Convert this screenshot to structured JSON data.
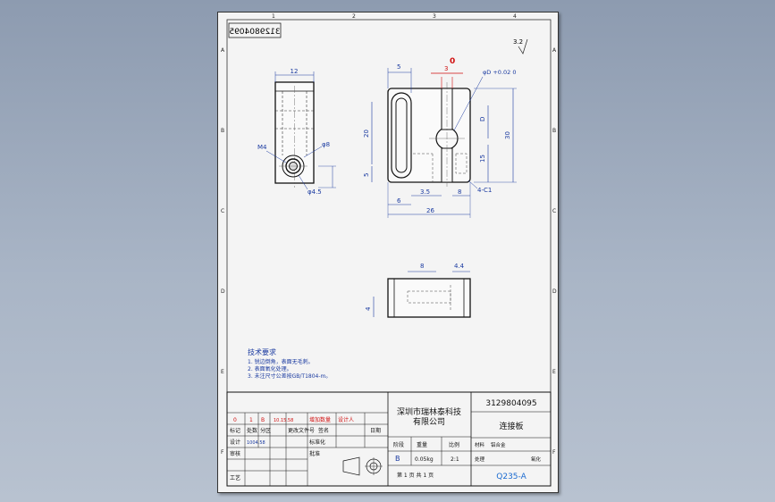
{
  "sheet": {
    "border_numbers": [
      "1",
      "2",
      "3",
      "4"
    ],
    "border_letters": [
      "A",
      "B",
      "C",
      "D",
      "E",
      "F"
    ]
  },
  "drawing_number_mirrored": "3129804095",
  "roughness": {
    "value": "3.2"
  },
  "dimensions": {
    "side_width": "12",
    "hole_small": "φ8",
    "hole_large": "φ4.5",
    "hole_mark": "M4",
    "top_5": "5",
    "top_red_dim": "3",
    "top_diameter": "φD +0.02 0",
    "top_D": "D",
    "height_20": "20",
    "height_30": "30",
    "left_5": "5",
    "right_15": "15",
    "bot_3_5": "3.5",
    "bot_6": "6",
    "bot_26": "26",
    "bot_8": "8",
    "chamfer": "4-C1",
    "front_8": "8",
    "front_4_4": "4.4",
    "front_4": "4"
  },
  "tech_notes": {
    "title": "技术要求",
    "lines": [
      "1. 锐边倒角，表面无毛刺。",
      "2. 表面氧化处理。",
      "3. 未注尺寸公差按GB/T1804-m。"
    ]
  },
  "title_block": {
    "company": [
      "深圳市瑞林泰科技",
      "有限公司"
    ],
    "drawing_number": "3129804095",
    "part_name": "连接板",
    "material_code": "Q235-A",
    "revision_row": [
      "0",
      "1",
      "B",
      "10.15.58",
      "增加数量",
      "设计人"
    ],
    "revision_headers": [
      "标记",
      "处数",
      "分区",
      "更改文件号",
      "签名",
      "日期"
    ],
    "sign_rows": [
      {
        "label": "设计",
        "name": "1004.58",
        "std": "标准化"
      },
      {
        "label": "审核",
        "name": "",
        "std": "批准"
      },
      {
        "label": "工艺",
        "name": "",
        "std": ""
      }
    ],
    "meta_headers": [
      "阶段",
      "重量",
      "比例"
    ],
    "meta_values": [
      "B",
      "0.05kg",
      "2:1"
    ],
    "sheet_info": "第 1 页 共 1 页",
    "material_label": "材料",
    "material_value": "铝合金",
    "surface_label": "处理",
    "surface_value": "氧化"
  }
}
